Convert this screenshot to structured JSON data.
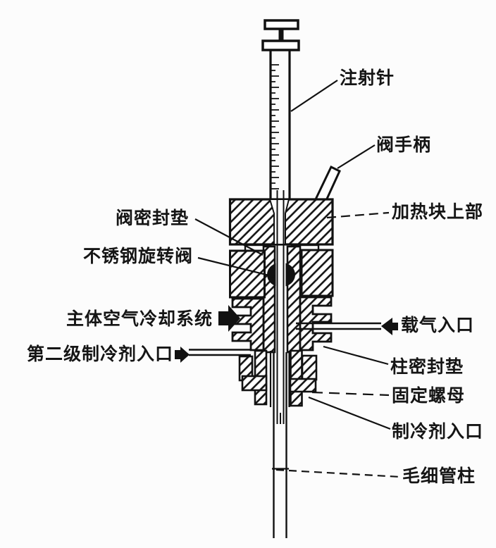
{
  "diagram": {
    "background": "#fcfcfc",
    "ink": "#111111",
    "labels": {
      "injection_needle": "注射针",
      "valve_handle": "阀手柄",
      "valve_seal_gasket": "阀密封垫",
      "stainless_steel_rotary_valve": "不锈钢旋转阀",
      "heating_block_upper": "加热块上部",
      "main_body_air_cooling_system": "主体空气冷却系统",
      "second_stage_refrigerant_inlet": "第二级制冷剂入口",
      "carrier_gas_inlet": "载气入口",
      "column_seal_gasket": "柱密封垫",
      "fixing_nut": "固定螺母",
      "refrigerant_inlet": "制冷剂入口",
      "capillary_column": "毛细管柱"
    }
  }
}
